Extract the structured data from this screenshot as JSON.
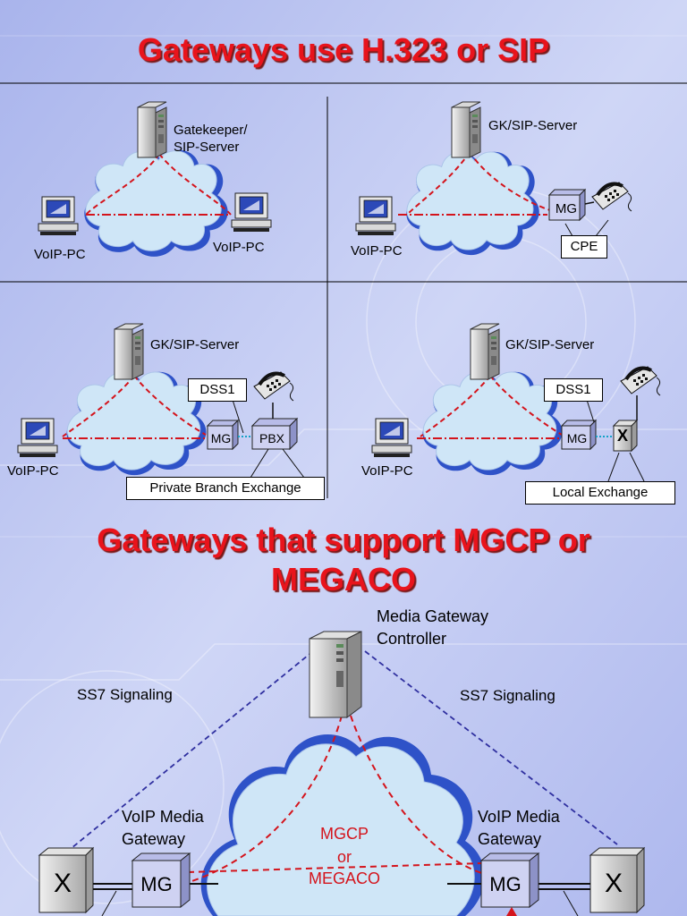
{
  "titles": {
    "top": "Gateways use H.323 or SIP",
    "bottom_line1": "Gateways that support MGCP or",
    "bottom_line2": "MEGACO"
  },
  "panel1": {
    "server_label_line1": "Gatekeeper/",
    "server_label_line2": "SIP-Server",
    "left_pc": "VoIP-PC",
    "right_pc": "VoIP-PC"
  },
  "panel2": {
    "server_label": "GK/SIP-Server",
    "pc": "VoIP-PC",
    "mg": "MG",
    "cpe": "CPE"
  },
  "panel3": {
    "server_label": "GK/SIP-Server",
    "pc": "VoIP-PC",
    "mg": "MG",
    "pbx": "PBX",
    "dss1": "DSS1",
    "caption": "Private Branch Exchange"
  },
  "panel4": {
    "server_label": "GK/SIP-Server",
    "pc": "VoIP-PC",
    "mg": "MG",
    "switch": "X",
    "dss1": "DSS1",
    "caption": "Local Exchange"
  },
  "mgcp": {
    "controller_line1": "Media Gateway",
    "controller_line2": "Controller",
    "ss7_left": "SS7 Signaling",
    "ss7_right": "SS7 Signaling",
    "gw_left_line1": "VoIP Media",
    "gw_left_line2": "Gateway",
    "gw_right_line1": "VoIP Media",
    "gw_right_line2": "Gateway",
    "protocol_line1": "MGCP",
    "protocol_line2": "or",
    "protocol_line3": "MEGACO",
    "mg_left": "MG",
    "mg_right": "MG",
    "switch_left": "X",
    "switch_right": "X"
  },
  "colors": {
    "title": "#e8141c",
    "signal_line": "#d4141c",
    "ss7_line": "#3030a0",
    "cloud": "#cfe6f7",
    "cloud_edge": "#2e52c8"
  }
}
